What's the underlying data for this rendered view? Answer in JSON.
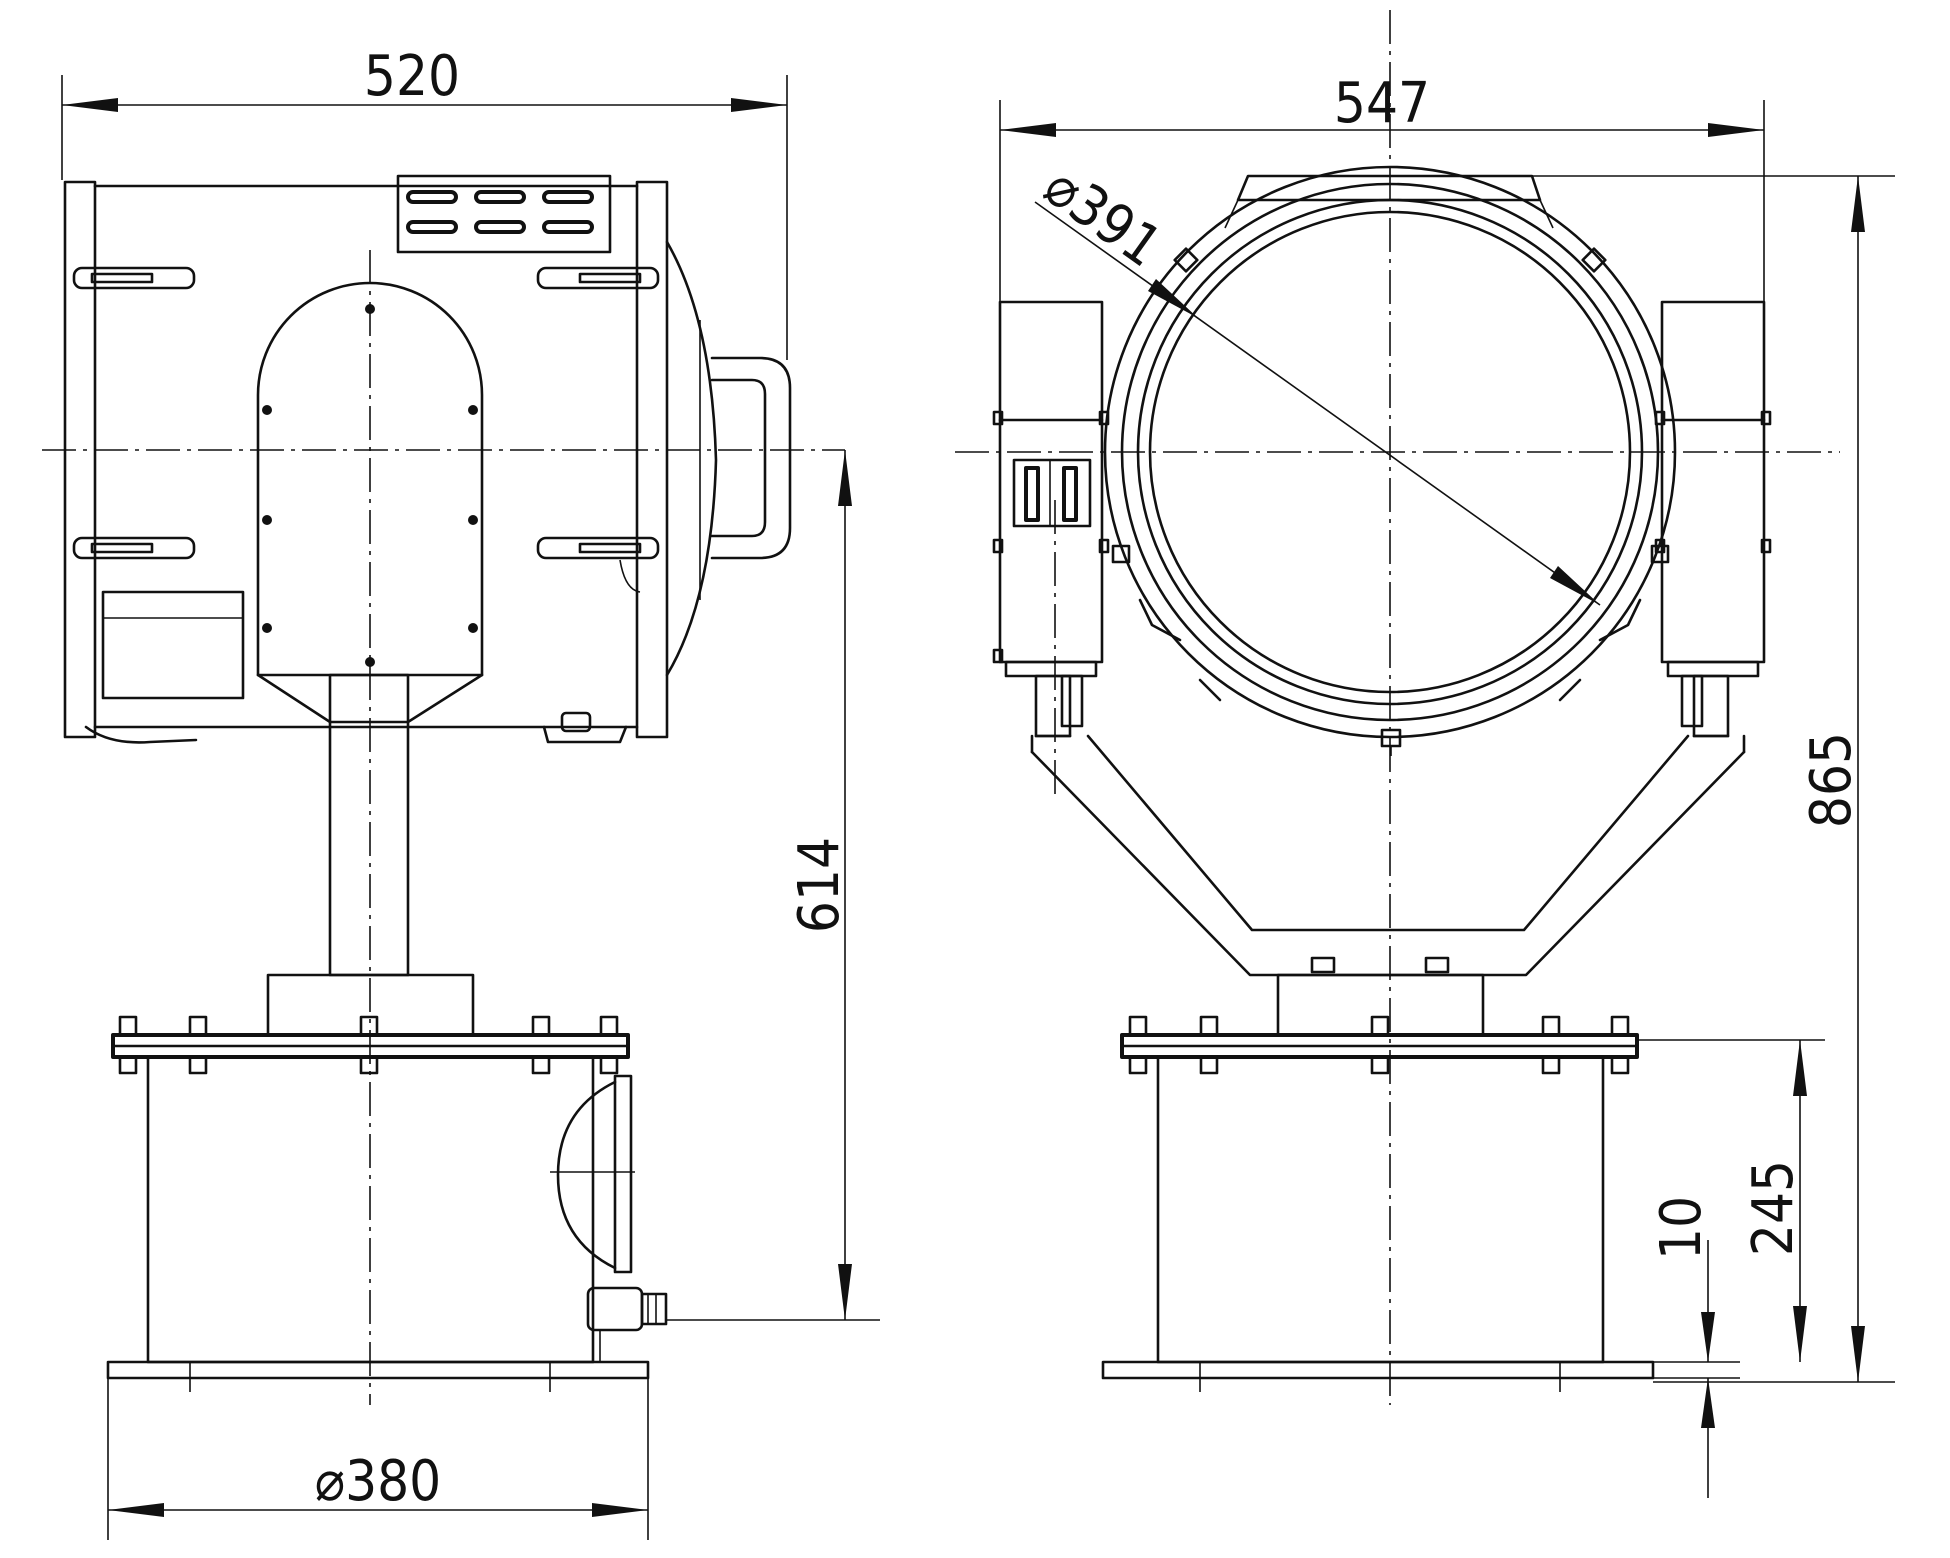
{
  "drawing": {
    "side_view": {
      "width_label": "520",
      "height_label": "614",
      "base_diameter_label": "⌀380"
    },
    "front_view": {
      "width_label": "547",
      "lens_diameter_label": "⌀391",
      "total_height_label": "865",
      "pedestal_height_label": "245",
      "base_plate_label": "10"
    }
  }
}
